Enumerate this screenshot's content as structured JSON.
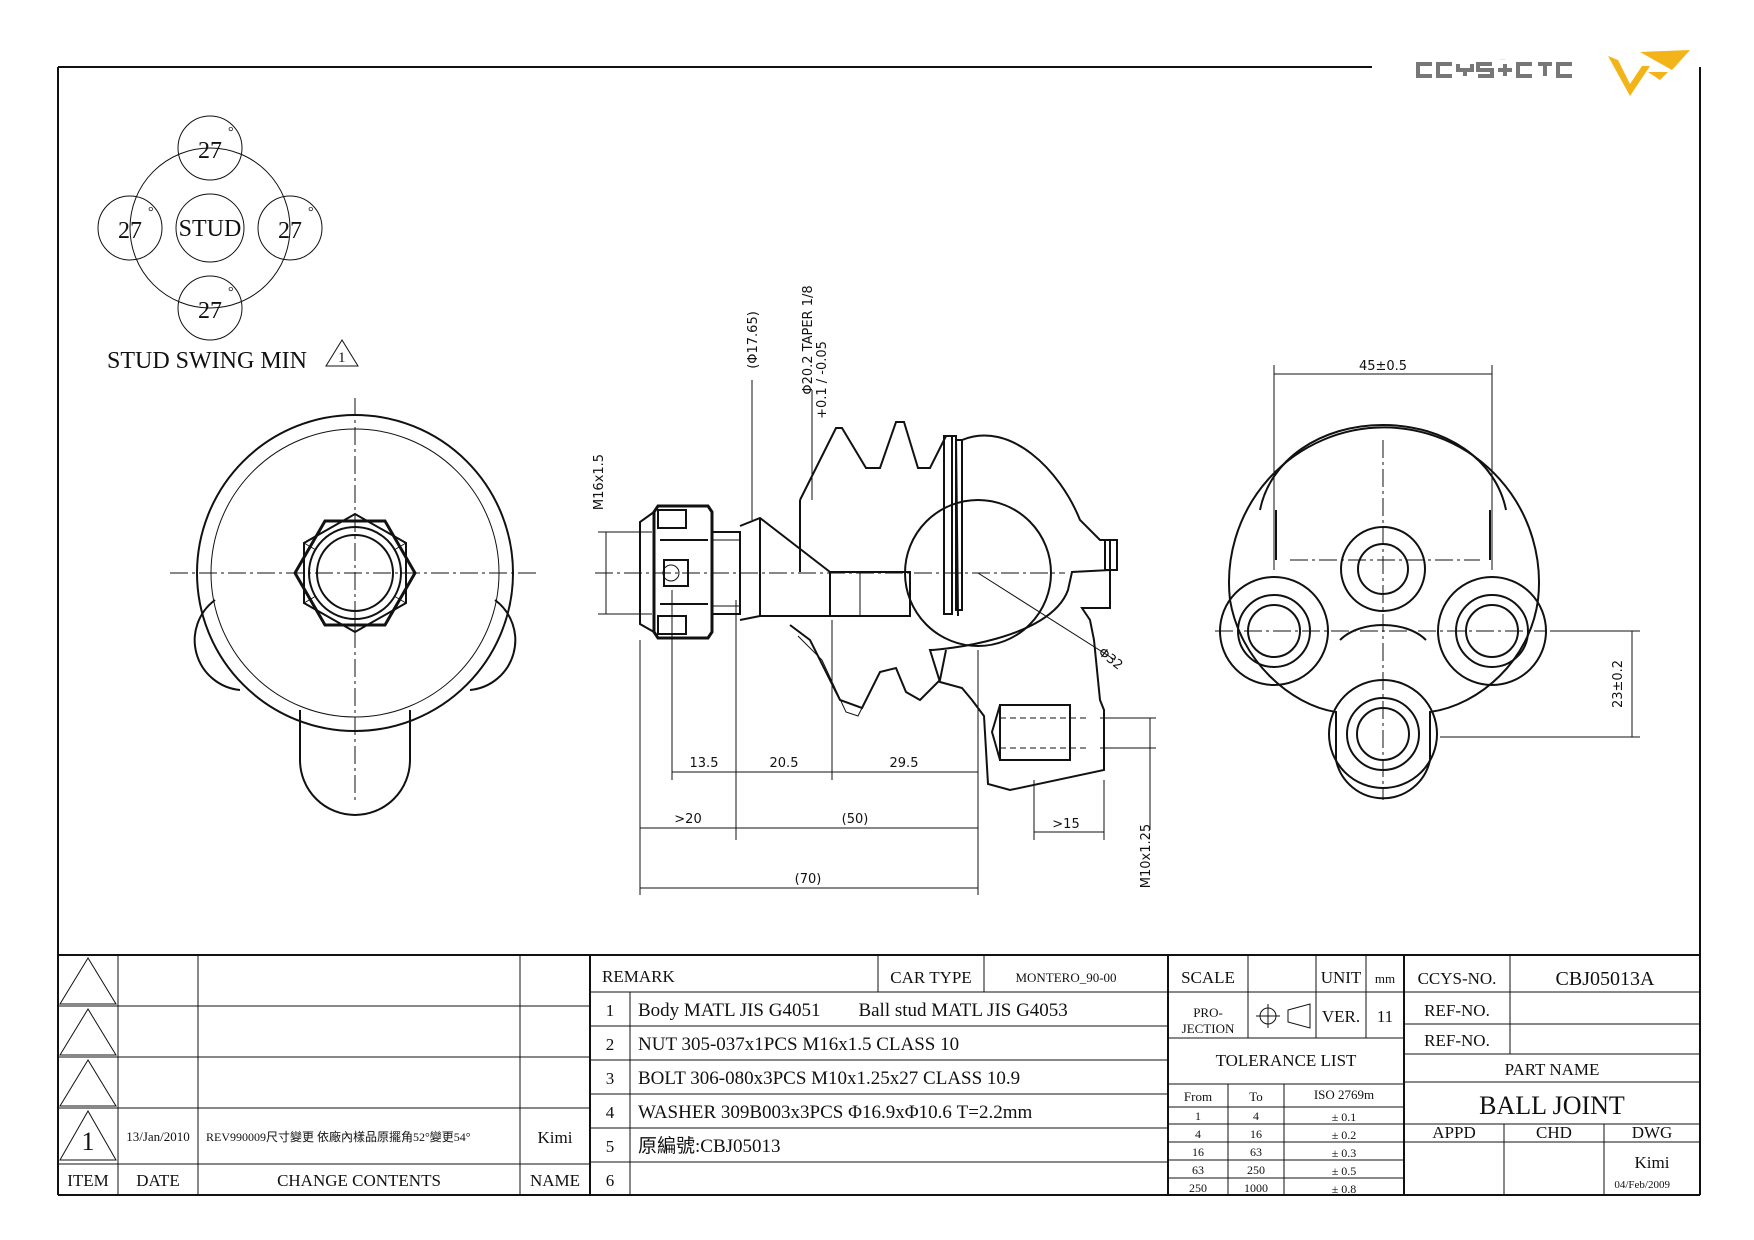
{
  "logo": {
    "text": "CCYS+CTC",
    "accent_color": "#f2b418"
  },
  "stud_swing": {
    "center_label": "STUD",
    "angles": [
      "27",
      "27",
      "27",
      "27"
    ],
    "degree_mark": "°",
    "caption": "STUD SWING MIN",
    "revision_mark": "1"
  },
  "dimensions": {
    "nut_thread": "M16x1.5",
    "shank_dia": "(Φ17.65)",
    "taper": "Φ20.2 TAPER 1/8",
    "taper_tol": "+0.1 / -0.05",
    "ball_dia": "Φ32",
    "d13_5": "13.5",
    "d20_5": "20.5",
    "d29_5": "29.5",
    "d20": ">20",
    "d50": "(50)",
    "d70": "(70)",
    "d15": ">15",
    "bolt_thread": "M10x1.25",
    "bolt_pitch_width": "45±0.5",
    "bolt_pitch_height": "23±0.2"
  },
  "revision_table": {
    "header": {
      "item": "ITEM",
      "date": "DATE",
      "contents": "CHANGE CONTENTS",
      "name": "NAME"
    },
    "rows": [
      {
        "item": "",
        "date": "",
        "contents": "",
        "name": ""
      },
      {
        "item": "",
        "date": "",
        "contents": "",
        "name": ""
      },
      {
        "item": "",
        "date": "",
        "contents": "",
        "name": ""
      },
      {
        "item": "1",
        "date": "13/Jan/2010",
        "contents": "REV990009尺寸變更 依廠內樣品原擺角52°變更54°",
        "name": "Kimi"
      }
    ]
  },
  "remarks": {
    "remark_label": "REMARK",
    "car_type_label": "CAR TYPE",
    "car_type": "MONTERO_90-00",
    "items": [
      {
        "no": "1",
        "text": "Body MATL JIS G4051        Ball stud MATL JIS G4053"
      },
      {
        "no": "2",
        "text": "NUT 305-037x1PCS M16x1.5 CLASS 10"
      },
      {
        "no": "3",
        "text": "BOLT 306-080x3PCS M10x1.25x27 CLASS 10.9"
      },
      {
        "no": "4",
        "text": "WASHER 309B003x3PCS Φ16.9xΦ10.6 T=2.2mm"
      },
      {
        "no": "5",
        "text": "原編號:CBJ05013"
      },
      {
        "no": "6",
        "text": ""
      }
    ]
  },
  "title_block": {
    "scale_label": "SCALE",
    "scale_value": "",
    "unit_label": "UNIT",
    "unit_value": "mm",
    "projection_label_1": "PRO-",
    "projection_label_2": "JECTION",
    "ver_label": "VER.",
    "ver_value": "11",
    "ccys_no_label": "CCYS-NO.",
    "ccys_no": "CBJ05013A",
    "ref_no_label": "REF-NO.",
    "ref_no_1": "",
    "ref_no_2": "",
    "tolerance_title": "TOLERANCE LIST",
    "tolerance_headers": [
      "From",
      "To",
      "ISO 2769m"
    ],
    "tolerance_rows": [
      [
        "1",
        "4",
        "± 0.1"
      ],
      [
        "4",
        "16",
        "± 0.2"
      ],
      [
        "16",
        "63",
        "± 0.3"
      ],
      [
        "63",
        "250",
        "± 0.5"
      ],
      [
        "250",
        "1000",
        "± 0.8"
      ]
    ],
    "part_name_label": "PART NAME",
    "part_name": "BALL JOINT",
    "appd_label": "APPD",
    "chd_label": "CHD",
    "dwg_label": "DWG",
    "dwg_name": "Kimi",
    "dwg_date": "04/Feb/2009"
  }
}
